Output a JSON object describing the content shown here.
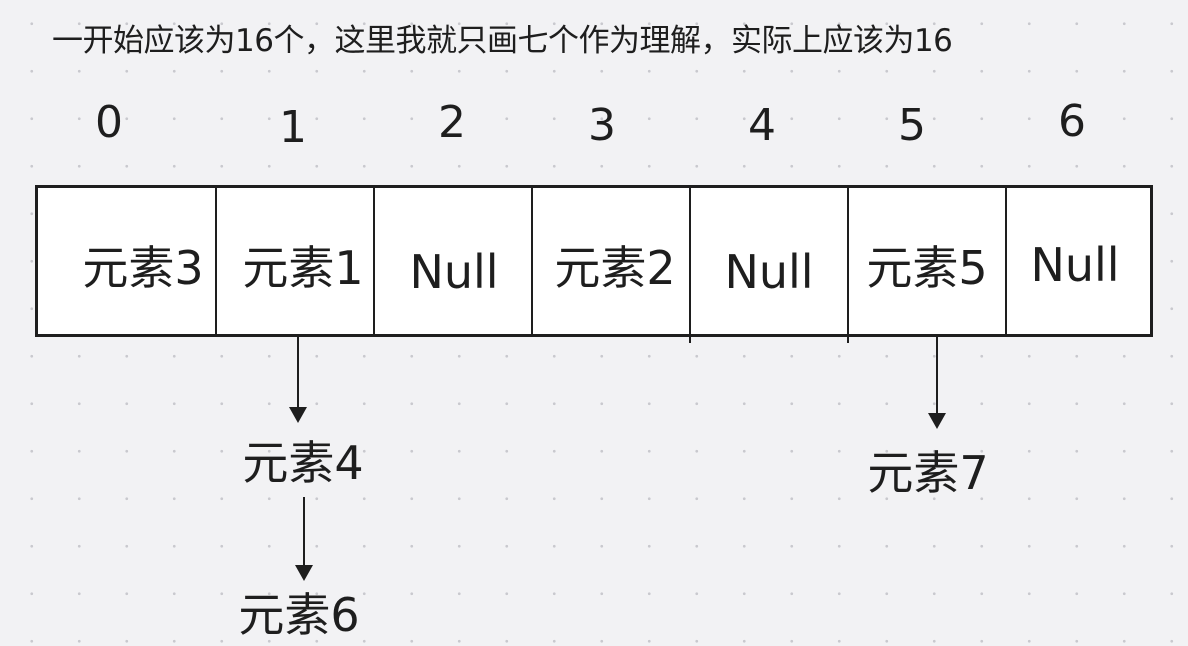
{
  "caption": "一开始应该为16个，这里我就只画七个作为理解，实际上应该为16",
  "indices": [
    "0",
    "1",
    "2",
    "3",
    "4",
    "5",
    "6"
  ],
  "cells": [
    "元素3",
    "元素1",
    "Null",
    "元素2",
    "Null",
    "元素5",
    "Null"
  ],
  "chains": {
    "from_1_first": "元素4",
    "from_1_second": "元素6",
    "from_5_first": "元素7"
  },
  "colors": {
    "background": "#f2f2f4",
    "stroke": "#1e1e1e",
    "cell_fill": "#ffffff"
  }
}
